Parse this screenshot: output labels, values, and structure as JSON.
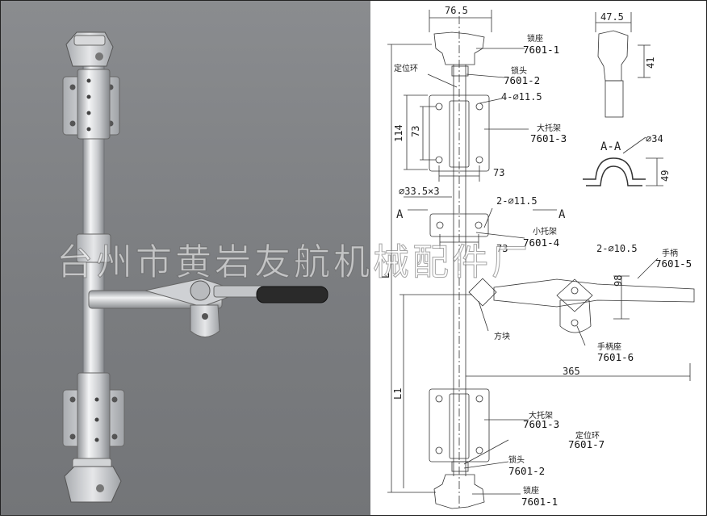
{
  "drawing": {
    "dims": {
      "top_width": "76.5",
      "side_width": "47.5",
      "side_height": "41",
      "bracket_height": "114",
      "hole_spacing_v": "73",
      "hole_spacing_h": "73",
      "big_holes": "4-∅11.5",
      "section_dia": "∅34",
      "section_height": "49",
      "tube": "∅33.5×3",
      "small_holes": "2-∅11.5",
      "small_spacing": "73",
      "handle_holes": "2-∅10.5",
      "handle_height": "98",
      "handle_length": "365",
      "length_total": "L",
      "length_part": "L1"
    },
    "section_label": "A-A",
    "section_mark_left": "A",
    "section_mark_right": "A",
    "parts": [
      {
        "name": "锁座",
        "code": "7601-1"
      },
      {
        "name": "定位环",
        "code": ""
      },
      {
        "name": "锁头",
        "code": "7601-2"
      },
      {
        "name": "大托架",
        "code": "7601-3"
      },
      {
        "name": "小托架",
        "code": "7601-4"
      },
      {
        "name": "手柄",
        "code": "7601-5"
      },
      {
        "name": "方块",
        "code": ""
      },
      {
        "name": "手柄座",
        "code": "7601-6"
      },
      {
        "name": "大托架",
        "code": "7601-3"
      },
      {
        "name": "定位环",
        "code": "7601-7"
      },
      {
        "name": "锁头",
        "code": "7601-2"
      },
      {
        "name": "锁座",
        "code": "7601-1"
      }
    ]
  },
  "watermark": "台州市黄岩友航机械配件厂"
}
